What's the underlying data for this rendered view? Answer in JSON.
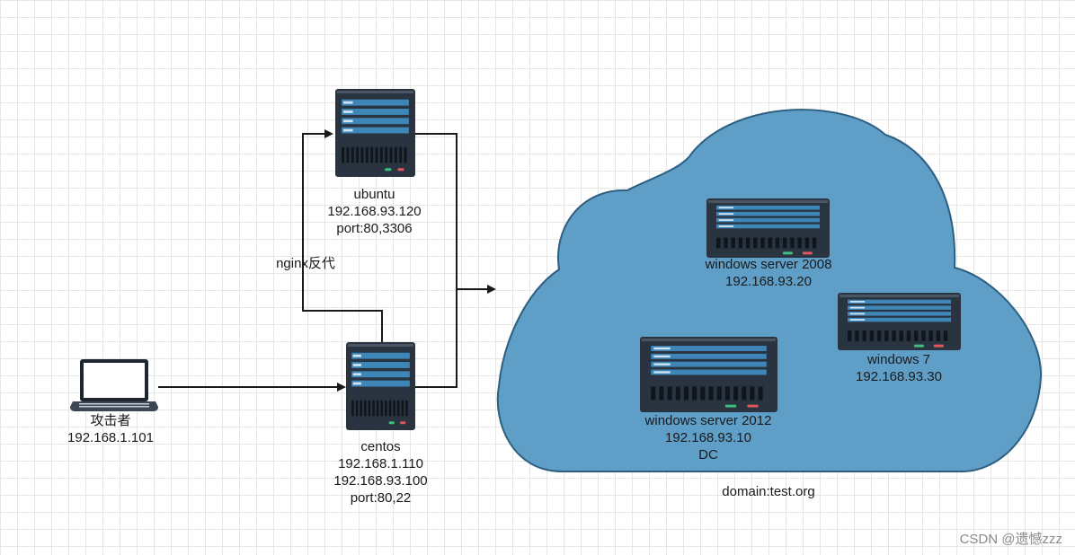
{
  "nodes": {
    "attacker": {
      "name": "攻击者",
      "ip": "192.168.1.101"
    },
    "ubuntu": {
      "name": "ubuntu",
      "ip": "192.168.93.120",
      "port": "port:80,3306"
    },
    "centos": {
      "name": "centos",
      "ip1": "192.168.1.110",
      "ip2": "192.168.93.100",
      "port": "port:80,22"
    },
    "win2008": {
      "name": "windows server 2008",
      "ip": "192.168.93.20"
    },
    "win7": {
      "name": "windows 7",
      "ip": "192.168.93.30"
    },
    "win2012": {
      "name": "windows server 2012",
      "ip": "192.168.93.10",
      "role": "DC"
    }
  },
  "edges": {
    "proxy_label": "nginx反代"
  },
  "domain_label": "domain:test.org",
  "watermark": "CSDN @遗憾zzz",
  "colors": {
    "cloud": "#5f9ec7",
    "server_body": "#2a3441",
    "server_slot": "#3f86b8",
    "led_green": "#3fbf7f",
    "led_red": "#e0565c"
  }
}
